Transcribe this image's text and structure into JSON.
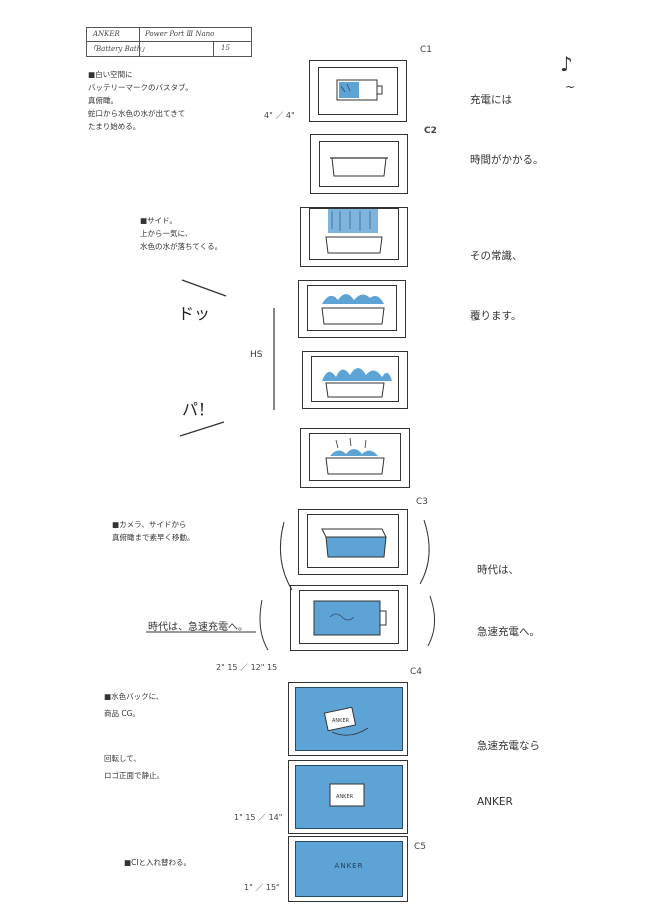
{
  "header": {
    "brand": "ANKER",
    "product": "Power Port Ⅲ Nano",
    "title": "「Battery Bath」",
    "page_mark": "15"
  },
  "cuts": [
    "C1",
    "C2",
    "C3",
    "C4",
    "C5"
  ],
  "notes": {
    "c1": [
      "■白い空間に",
      "バッテリーマークのバスタブ。",
      "真俯瞰。",
      "蛇口から水色の水が出てきて",
      "たまり始める。"
    ],
    "c2": [
      "■サイド。",
      "上から一気に、",
      "水色の水が落ちてくる。"
    ],
    "c3": [
      "■カメラ、サイドから",
      "真俯瞰まで素早く移動。"
    ],
    "c3_caption": "時代は、急速充電へ。",
    "c4a": [
      "■水色バックに、",
      "商品 CG。"
    ],
    "c4b": [
      "回転して、",
      "ロゴ正面で静止。"
    ],
    "c5": "■CIと入れ替わる。",
    "hs": "HS"
  },
  "timings": {
    "c1": "4\" ／ 4\"",
    "c3": "2\" 15 ／ 12\" 15",
    "c4": "1\" 15 ／ 14\"",
    "c5": "1\" ／ 15\""
  },
  "sfx": {
    "part1": "ドッ",
    "part2": "パ！"
  },
  "music": "♪",
  "music_tilde": "~",
  "narration": [
    "充電には",
    "時間がかかる。",
    "その常識、",
    "覆ります。",
    "時代は、",
    "急速充電へ。",
    "急速充電なら",
    "ANKER"
  ],
  "logo_text": "ANKER",
  "colors": {
    "water": "#5ea3d6",
    "ink": "#333333"
  }
}
